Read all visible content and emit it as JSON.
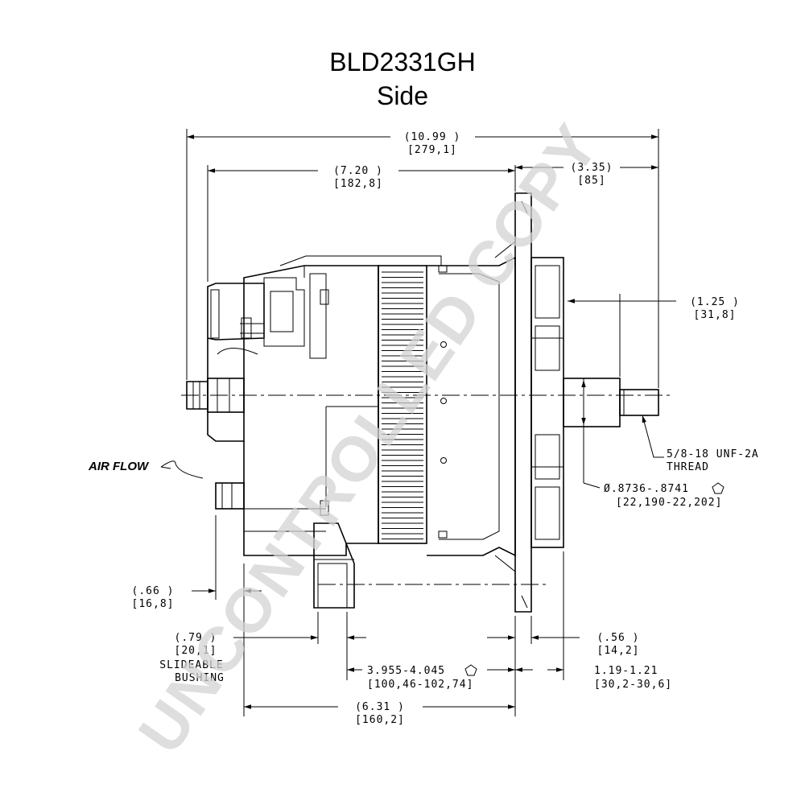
{
  "title": {
    "part_number": "BLD2331GH",
    "view": "Side"
  },
  "watermark": "UNCONTROLLED COPY",
  "labels": {
    "air_flow": "AIR FLOW",
    "thread": [
      "5/8-18 UNF-2A",
      "THREAD"
    ],
    "bushing": [
      "SLIDEABLE",
      "BUSHING"
    ]
  },
  "dimensions": {
    "overall_length": {
      "imperial": "(10.99   )",
      "metric": "[279,1]"
    },
    "body_length": {
      "imperial": "(7.20   )",
      "metric": "[182,8]"
    },
    "front_length": {
      "imperial": "(3.35)",
      "metric": "[85]"
    },
    "shaft_extension": {
      "imperial": "(1.25   )",
      "metric": "[31,8]"
    },
    "shaft_diameter": {
      "imperial": "Ø.8736-.8741",
      "metric": "[22,190-22,202]"
    },
    "foot_offset": {
      "imperial": "(.66   )",
      "metric": "[16,8]"
    },
    "bushing_width": {
      "imperial": "(.79   )",
      "metric": "[20,1]"
    },
    "mount_span": {
      "imperial": "3.955-4.045",
      "metric": "[100,46-102,74]"
    },
    "flange_thickness": {
      "imperial": "(.56   )",
      "metric": "[14,2]"
    },
    "flange_to_pulley": {
      "imperial": "1.19-1.21",
      "metric": "[30,2-30,6]"
    },
    "foot_to_flange": {
      "imperial": "(6.31   )",
      "metric": "[160,2]"
    }
  }
}
